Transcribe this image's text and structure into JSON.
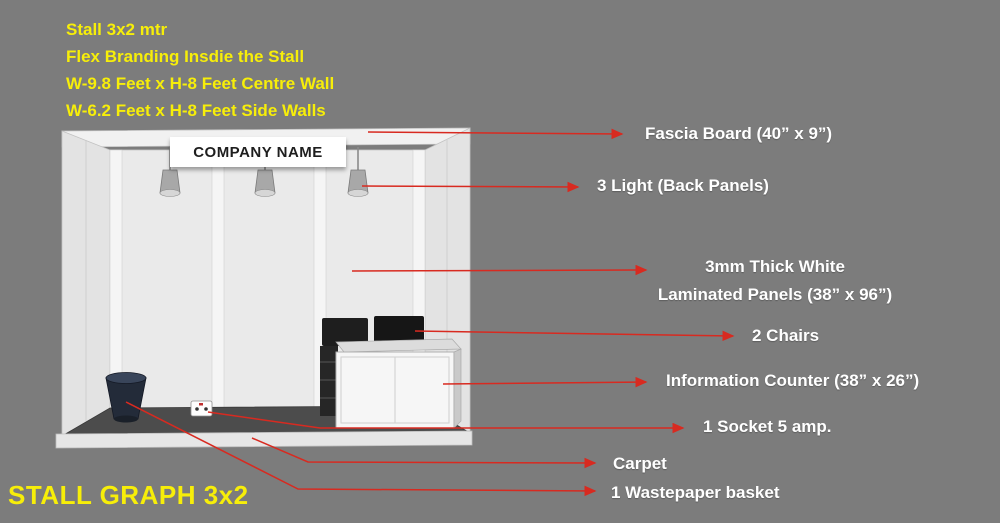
{
  "header": {
    "lines": [
      "Stall 3x2 mtr",
      "Flex Branding Insdie the Stall",
      "W-9.8 Feet x H-8 Feet Centre Wall",
      "W-6.2 Feet x H-8 Feet Side Walls"
    ]
  },
  "stall": {
    "fascia_text": "COMPANY NAME"
  },
  "annotations": [
    {
      "label": "Fascia Board (40” x 9”)"
    },
    {
      "label": "3 Light (Back Panels)"
    },
    {
      "line1": "3mm Thick White",
      "line2": "Laminated Panels (38” x 96”)"
    },
    {
      "label": "2 Chairs"
    },
    {
      "label": "Information Counter (38” x 26”)"
    },
    {
      "label": "1 Socket 5 amp."
    },
    {
      "label": "Carpet"
    },
    {
      "label": "1 Wastepaper basket"
    }
  ],
  "footer": {
    "title": "STALL GRAPH 3x2"
  },
  "colors": {
    "background_gray": "#7c7c7c",
    "accent_red": "#d82a20",
    "heading_yellow": "#f7ee09",
    "label_white": "#ffffff",
    "carpet_dark": "#4c4c4c",
    "panel_light": "#eaeaea"
  }
}
